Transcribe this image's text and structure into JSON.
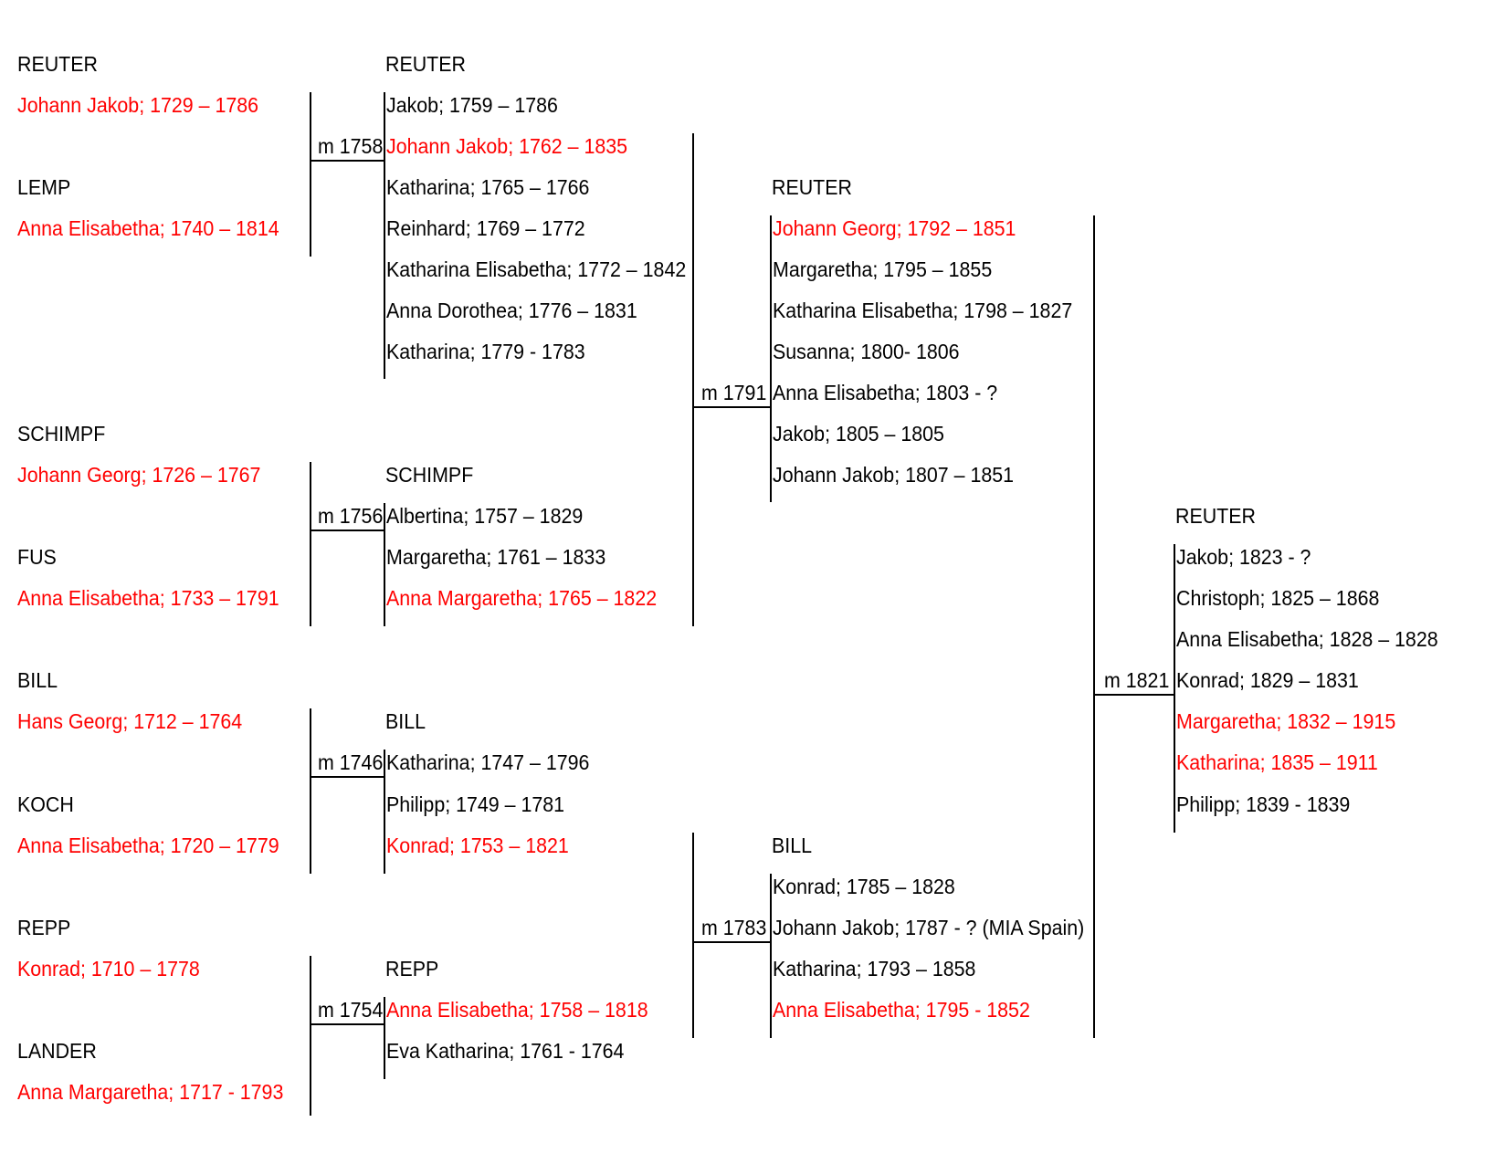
{
  "couples": [
    {
      "husband_surname": "REUTER",
      "husband": "Johann Jakob; 1729 – 1786",
      "wife_surname": "LEMP",
      "wife": "Anna Elisabetha; 1740 – 1814",
      "marriage": "m 1758",
      "children_surname": "REUTER",
      "children": [
        {
          "name": "Jakob; 1759 – 1786",
          "line": false
        },
        {
          "name": "Johann Jakob; 1762 – 1835",
          "line": true
        },
        {
          "name": "Katharina; 1765 – 1766",
          "line": false
        },
        {
          "name": "Reinhard; 1769 – 1772",
          "line": false
        },
        {
          "name": "Katharina Elisabetha; 1772 – 1842",
          "line": false
        },
        {
          "name": "Anna Dorothea; 1776 – 1831",
          "line": false
        },
        {
          "name": "Katharina; 1779 - 1783",
          "line": false
        }
      ]
    },
    {
      "husband_surname": "SCHIMPF",
      "husband": "Johann Georg; 1726 – 1767",
      "wife_surname": "FUS",
      "wife": "Anna Elisabetha; 1733 – 1791",
      "marriage": "m 1756",
      "children_surname": "SCHIMPF",
      "children": [
        {
          "name": "Albertina; 1757 – 1829",
          "line": false
        },
        {
          "name": "Margaretha; 1761 – 1833",
          "line": false
        },
        {
          "name": "Anna Margaretha; 1765 – 1822",
          "line": true
        }
      ]
    },
    {
      "husband_surname": "BILL",
      "husband": "Hans Georg; 1712 – 1764",
      "wife_surname": "KOCH",
      "wife": "Anna Elisabetha; 1720 – 1779",
      "marriage": "m 1746",
      "children_surname": "BILL",
      "children": [
        {
          "name": "Katharina; 1747 – 1796",
          "line": false
        },
        {
          "name": "Philipp; 1749 – 1781",
          "line": false
        },
        {
          "name": "Konrad; 1753 – 1821",
          "line": true
        }
      ]
    },
    {
      "husband_surname": "REPP",
      "husband": "Konrad; 1710 – 1778",
      "wife_surname": "LANDER",
      "wife": "Anna Margaretha; 1717 - 1793",
      "marriage": "m 1754",
      "children_surname": "REPP",
      "children": [
        {
          "name": "Anna Elisabetha; 1758 – 1818",
          "line": true
        },
        {
          "name": "Eva Katharina; 1761 - 1764",
          "line": false
        }
      ]
    }
  ],
  "generation2": [
    {
      "marriage": "m 1791",
      "children_surname": "REUTER",
      "children": [
        {
          "name": "Johann Georg; 1792 – 1851",
          "line": true
        },
        {
          "name": "Margaretha; 1795 – 1855",
          "line": false
        },
        {
          "name": "Katharina Elisabetha; 1798 – 1827",
          "line": false
        },
        {
          "name": "Susanna; 1800- 1806",
          "line": false
        },
        {
          "name": "Anna Elisabetha; 1803 - ?",
          "line": false
        },
        {
          "name": "Jakob; 1805 – 1805",
          "line": false
        },
        {
          "name": "Johann Jakob; 1807 – 1851",
          "line": false
        }
      ]
    },
    {
      "marriage": "m 1783",
      "children_surname": "BILL",
      "children": [
        {
          "name": "Konrad; 1785 – 1828",
          "line": false
        },
        {
          "name": "Johann Jakob; 1787 - ? (MIA Spain)",
          "line": false
        },
        {
          "name": "Katharina; 1793 – 1858",
          "line": false
        },
        {
          "name": "Anna Elisabetha; 1795 - 1852",
          "line": true
        }
      ]
    }
  ],
  "generation3": {
    "marriage": "m 1821",
    "children_surname": "REUTER",
    "children": [
      {
        "name": "Jakob; 1823 - ?",
        "line": false
      },
      {
        "name": "Christoph; 1825 – 1868",
        "line": false
      },
      {
        "name": "Anna Elisabetha; 1828 – 1828",
        "line": false
      },
      {
        "name": "Konrad; 1829 – 1831",
        "line": false
      },
      {
        "name": "Margaretha; 1832 – 1915",
        "line": true
      },
      {
        "name": "Katharina; 1835 – 1911",
        "line": true
      },
      {
        "name": "Philipp; 1839 - 1839",
        "line": false
      }
    ]
  },
  "colors": {
    "direct_line": "#ff0000",
    "text": "#000000",
    "lines": "#000000"
  }
}
